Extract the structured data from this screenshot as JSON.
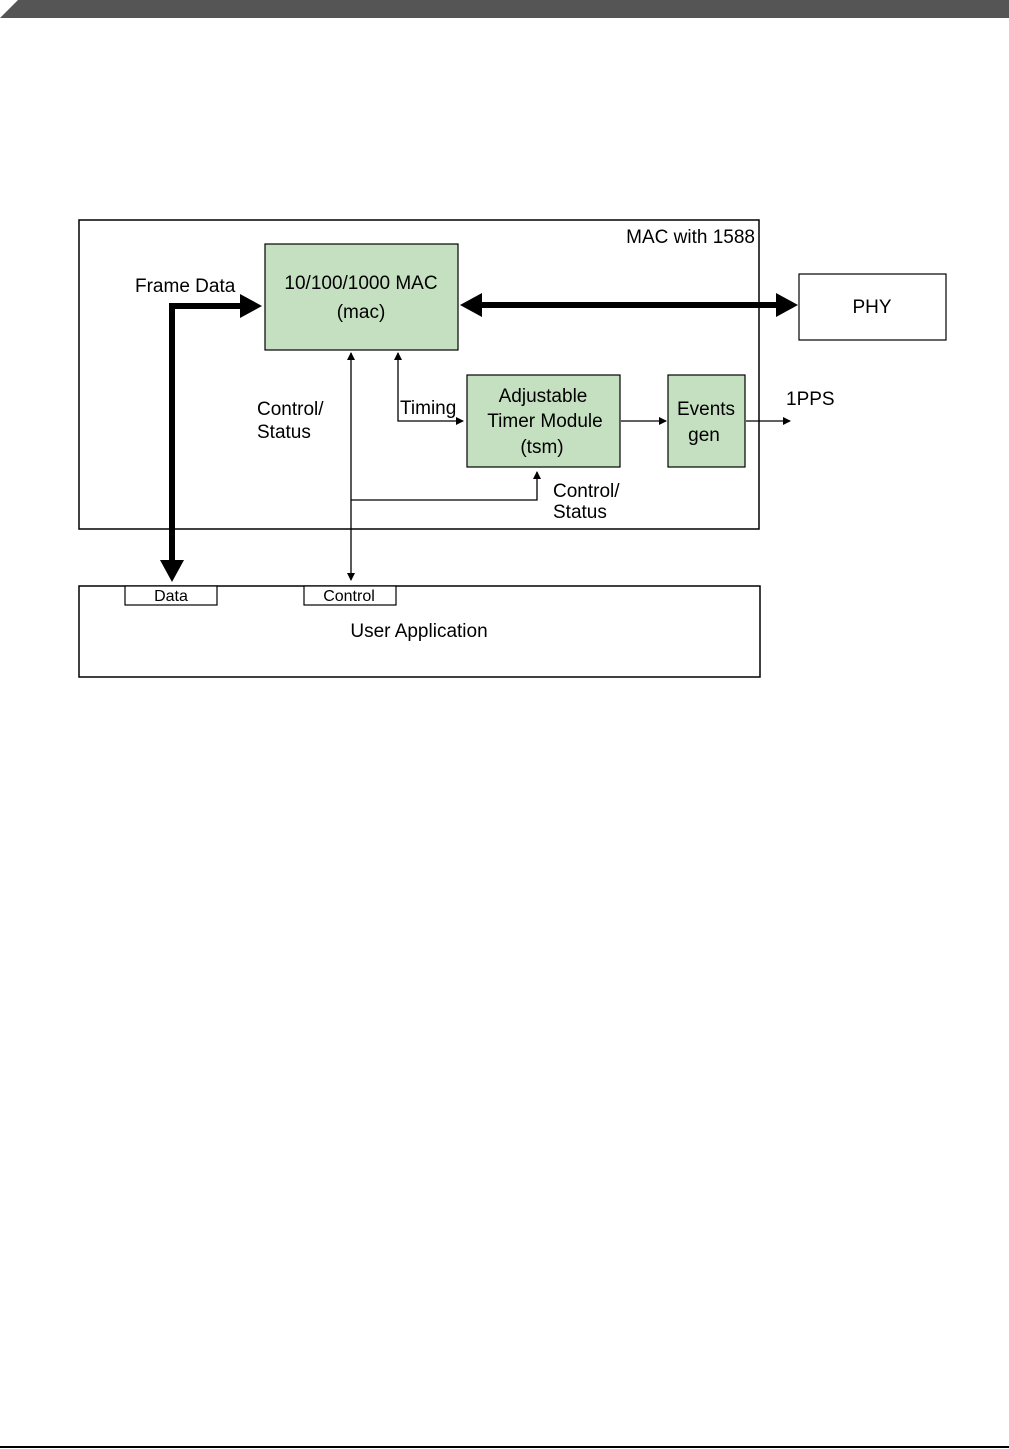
{
  "diagram": {
    "outer_box_label": "MAC with 1588",
    "mac_block": {
      "line1": "10/100/1000 MAC",
      "line2": "(mac)"
    },
    "phy_block": {
      "label": "PHY"
    },
    "timer_block": {
      "line1": "Adjustable",
      "line2": "Timer Module",
      "line3": "(tsm)"
    },
    "events_block": {
      "line1": "Events",
      "line2": "gen"
    },
    "labels": {
      "frame_data": "Frame Data",
      "control_status_left_1": "Control/",
      "control_status_left_2": "Status",
      "timing": "Timing",
      "output_1pps": "1PPS",
      "control_status_bottom_1": "Control/",
      "control_status_bottom_2": "Status"
    },
    "user_app": {
      "label": "User Application",
      "data_port": "Data",
      "control_port": "Control"
    },
    "colors": {
      "block_fill": "#c5e0c0",
      "header_bar": "#555555",
      "line": "#000000"
    }
  }
}
